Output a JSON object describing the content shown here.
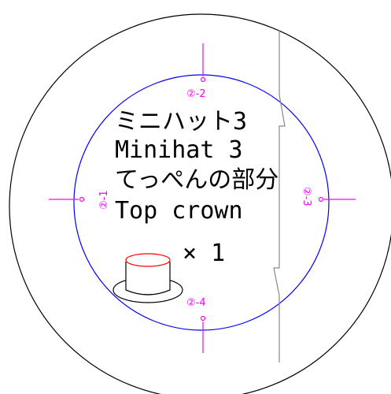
{
  "labels": {
    "line1": "ミニハット3",
    "line2": "Minihat 3",
    "line3": "てっぺんの部分",
    "line4": "Top crown",
    "quantity": "× 1"
  },
  "markers": {
    "top": "②-2",
    "left": "②-1",
    "right": "②-3",
    "bottom": "②-4"
  },
  "colors": {
    "outline": "#000000",
    "circle": "#0000ff",
    "marker": "#ff00ff",
    "guide": "#888888",
    "cup_top": "#ff0000"
  }
}
